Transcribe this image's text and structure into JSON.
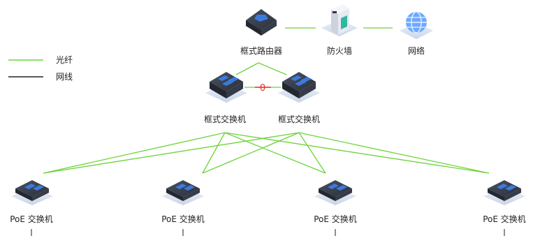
{
  "legend": {
    "fiber": {
      "label": "光纤",
      "color": "#6cd43a"
    },
    "network_cable": {
      "label": "网线",
      "color": "#222222"
    }
  },
  "nodes": {
    "router": {
      "label": "框式路由器",
      "icon": "chassis-router-icon"
    },
    "firewall": {
      "label": "防火墙",
      "icon": "firewall-icon"
    },
    "internet": {
      "label": "网络",
      "icon": "globe-icon"
    },
    "core_switch_1": {
      "label": "框式交换机",
      "icon": "chassis-switch-icon"
    },
    "core_switch_2": {
      "label": "框式交换机",
      "icon": "chassis-switch-icon"
    },
    "poe_switch_1": {
      "label": "PoE 交换机",
      "icon": "poe-switch-icon"
    },
    "poe_switch_2": {
      "label": "PoE 交换机",
      "icon": "poe-switch-icon"
    },
    "poe_switch_3": {
      "label": "PoE 交换机",
      "icon": "poe-switch-icon"
    },
    "poe_switch_4": {
      "label": "PoE 交换机",
      "icon": "poe-switch-icon"
    }
  },
  "stack_link_marker": "0",
  "colors": {
    "fiber": "#6cd43a",
    "stack_link": "#e0312b",
    "device_dark": "#2f3440",
    "device_blue": "#3b7be0"
  }
}
